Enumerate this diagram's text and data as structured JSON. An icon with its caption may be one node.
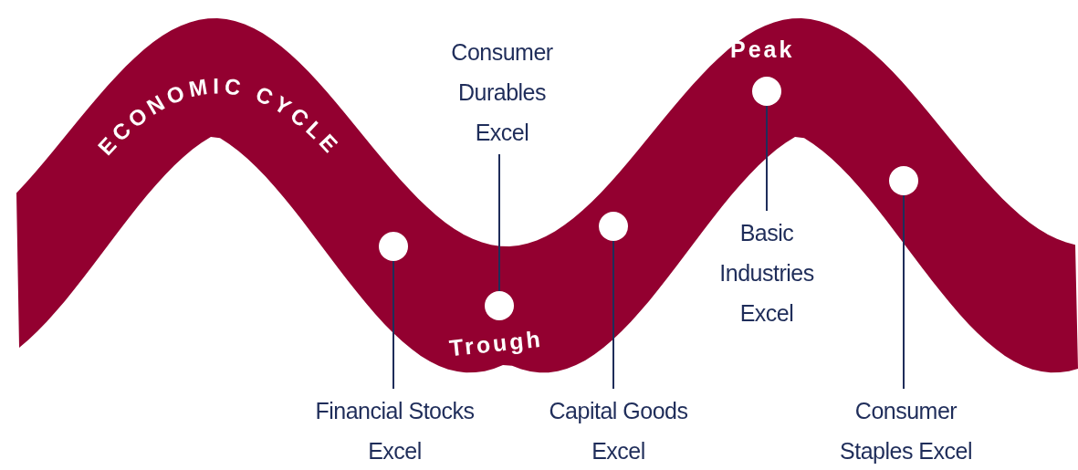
{
  "diagram": {
    "nodes": [
      {
        "text": [
          "ECONOMIC CYCLE",
          "Peak",
          "Trough"
        ]
      },
      {
        "text": [
          "Consumer Durables Excel"
        ]
      },
      {
        "text": [],
        "shape": "circle",
        "in": 0
      },
      {
        "text": [],
        "shape": "circle",
        "in": 0
      },
      {
        "text": [],
        "shape": "circle",
        "in": 0
      },
      {
        "text": [],
        "shape": "circle",
        "in": 0
      },
      {
        "text": [],
        "shape": "circle",
        "in": 0
      },
      {
        "text": [
          "Basic Industries Excel"
        ]
      },
      {
        "text": [
          "Financial Stocks Excel"
        ]
      },
      {
        "text": [
          "Capital Goods Excel"
        ]
      },
      {
        "text": [
          "Consumer Staples Excel"
        ]
      }
    ],
    "edges": [
      {
        "from": 1,
        "to": 6,
        "arrow": "none"
      },
      {
        "from": 7,
        "to": 2,
        "arrow": "none"
      },
      {
        "from": 8,
        "to": 5,
        "arrow": "none"
      },
      {
        "from": 9,
        "to": 4,
        "arrow": "none"
      },
      {
        "from": 10,
        "to": 3,
        "arrow": "none"
      }
    ]
  }
}
